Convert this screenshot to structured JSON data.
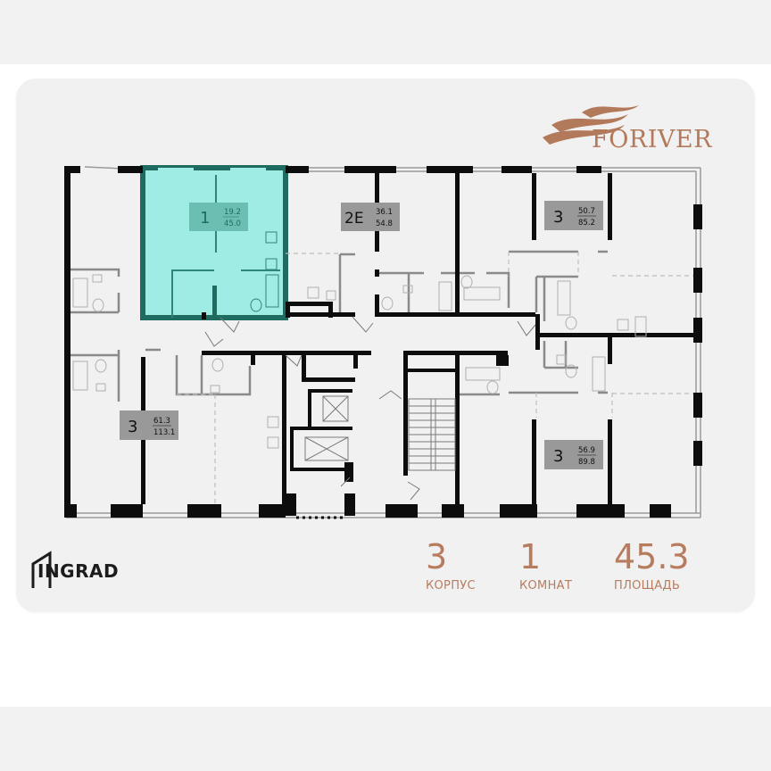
{
  "brand": {
    "name": "FORIVER",
    "color": "#b3795b"
  },
  "developer": {
    "name": "INGRAD"
  },
  "stats": [
    {
      "value": "3",
      "label": "КОРПУС"
    },
    {
      "value": "1",
      "label": "КОМНАТ"
    },
    {
      "value": "45.3",
      "label": "ПЛОЩАДЬ"
    }
  ],
  "colors": {
    "highlight_fill": "#9eece4",
    "highlight_wall": "#1f6b5f",
    "highlight_badge": "#6bbfb2",
    "badge_gray": "#999999",
    "wall": "#0d0d0d",
    "stat_color": "#b77c5e",
    "card_bg": "#f1f1f1"
  },
  "apartments": [
    {
      "id": "apt-1",
      "rooms": "1",
      "living_area": "19.2",
      "total_area": "45.0",
      "selected": true
    },
    {
      "id": "apt-2e",
      "rooms": "2E",
      "living_area": "36.1",
      "total_area": "54.8",
      "selected": false
    },
    {
      "id": "apt-3-top-right",
      "rooms": "3",
      "living_area": "50.7",
      "total_area": "85.2",
      "selected": false
    },
    {
      "id": "apt-3-left",
      "rooms": "3",
      "living_area": "61.3",
      "total_area": "113.1",
      "selected": false
    },
    {
      "id": "apt-3-bottom-right",
      "rooms": "3",
      "living_area": "56.9",
      "total_area": "89.8",
      "selected": false
    }
  ]
}
